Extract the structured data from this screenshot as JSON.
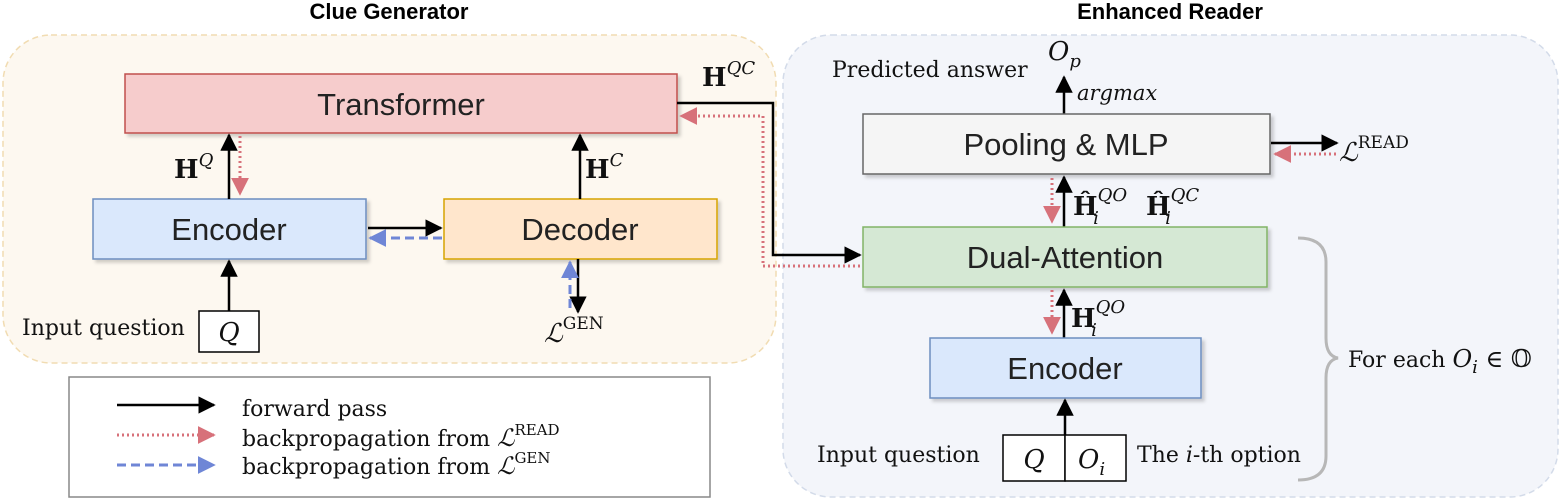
{
  "clue_generator": {
    "title": "Clue Generator",
    "transformer_label": "Transformer",
    "encoder_label": "Encoder",
    "decoder_label": "Decoder",
    "input_question_label": "Input question",
    "q_symbol": "Q",
    "h_q": {
      "base": "H",
      "sup": "Q"
    },
    "h_c": {
      "base": "H",
      "sup": "C"
    },
    "h_qc": {
      "base": "H",
      "sup": "QC"
    },
    "loss_gen": {
      "base": "ℒ",
      "sup": "GEN"
    }
  },
  "enhanced_reader": {
    "title": "Enhanced Reader",
    "predicted_answer_label": "Predicted answer",
    "o_p": {
      "base": "O",
      "sub": "p"
    },
    "argmax_label": "argmax",
    "pooling_label": "Pooling & MLP",
    "loss_read": {
      "base": "ℒ",
      "sup": "READ"
    },
    "h_hat_qo": {
      "base": "Ĥ",
      "sub": "i",
      "sup": "QO"
    },
    "h_hat_qc": {
      "base": "Ĥ",
      "sub": "i",
      "sup": "QC"
    },
    "dual_attention_label": "Dual-Attention",
    "h_qo": {
      "base": "H",
      "sub": "i",
      "sup": "QO"
    },
    "encoder_label": "Encoder",
    "input_question_label": "Input question",
    "q_symbol": "Q",
    "o_i": {
      "base": "O",
      "sub": "i"
    },
    "option_label_prefix": "The ",
    "option_label_var": "i",
    "option_label_suffix": "-th option",
    "for_each_prefix": "For each ",
    "for_each_math": "O",
    "for_each_sub": "i",
    "for_each_suffix": " ∈ 𝕆"
  },
  "legend": {
    "forward": "forward pass",
    "backprop_read_prefix": "backpropagation from ",
    "backprop_read_sup": "READ",
    "backprop_gen_prefix": "backpropagation from ",
    "backprop_gen_sup": "GEN",
    "loss_symbol": "ℒ"
  },
  "colors": {
    "red_dotted": "#d7717a",
    "blue_dashed": "#6f86d6",
    "transformer_fill": "#f6cccc",
    "transformer_stroke": "#c0504d",
    "encoder_fill": "#dae8fc",
    "encoder_stroke": "#6c8ebf",
    "decoder_fill": "#ffe6cc",
    "decoder_stroke": "#d6a400",
    "pool_fill": "#f5f5f5",
    "pool_stroke": "#666666",
    "dual_fill": "#d5e8d4",
    "dual_stroke": "#82b366"
  }
}
